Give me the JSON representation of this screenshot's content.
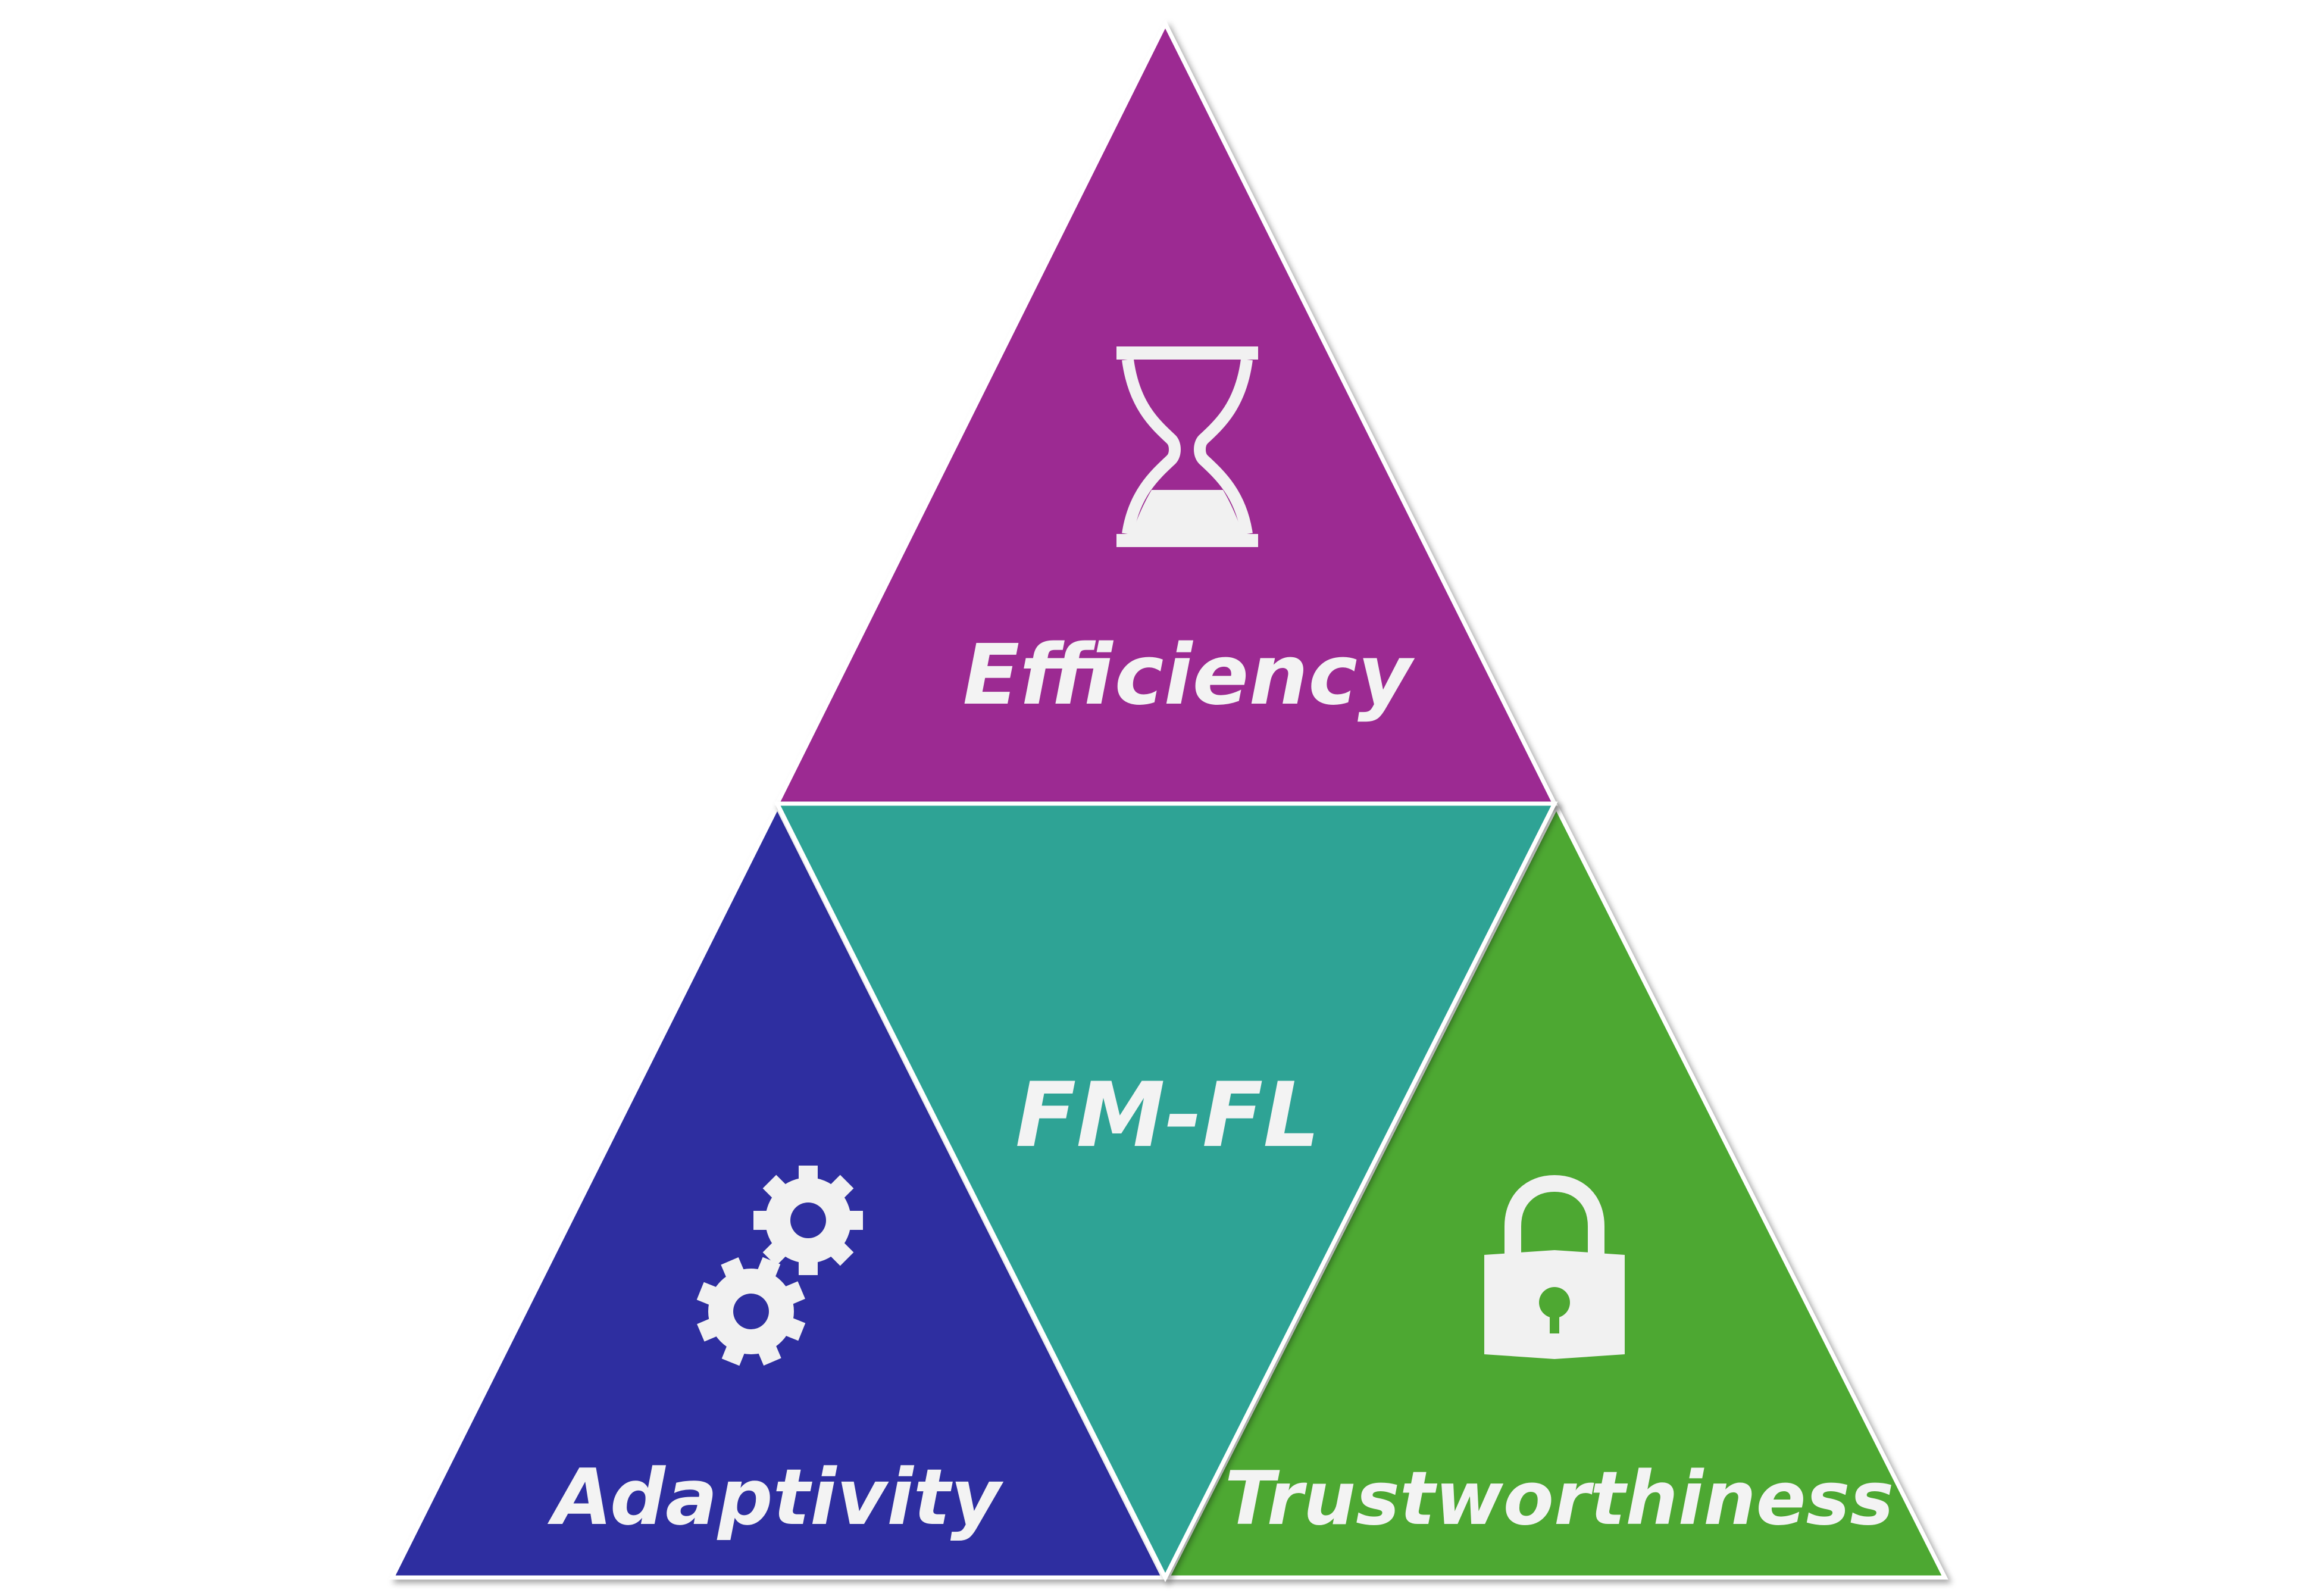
{
  "diagram": {
    "center": {
      "label": "FM-FL",
      "color": "#2fa395"
    },
    "top": {
      "label": "Efficiency",
      "color": "#9c2a92",
      "icon": "hourglass-icon"
    },
    "left": {
      "label": "Adaptivity",
      "color": "#2e2fa0",
      "icon": "gears-icon"
    },
    "right": {
      "label": "Trustworthiness",
      "color": "#4ea832",
      "icon": "padlock-icon"
    }
  }
}
